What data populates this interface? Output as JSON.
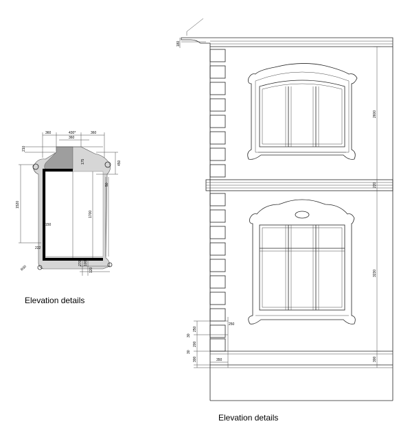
{
  "captions": {
    "left": "Elevation details",
    "right": "Elevation details"
  },
  "left_dims": {
    "top_a": "360",
    "top_b": "430*",
    "top_c": "360",
    "top_d": "360",
    "left_top": "210",
    "right_top": "450",
    "inner_a": "175",
    "inner_b": "50",
    "left_height": "1520",
    "mid_height": "1700",
    "inner_width": "150",
    "bottom_a": "270",
    "bottom_b": "100",
    "bottom_c": "120",
    "corner": "R30",
    "small": "222"
  },
  "right_dims": {
    "cornice": "180",
    "upper_floor": "2600",
    "band": "220",
    "lower_floor": "3230",
    "base_a": "250",
    "base_b": "30",
    "base_c": "200",
    "base_d": "30",
    "base_e": "300",
    "plinth_w": "350",
    "plinth_h": "300",
    "quoin_w": "250"
  }
}
